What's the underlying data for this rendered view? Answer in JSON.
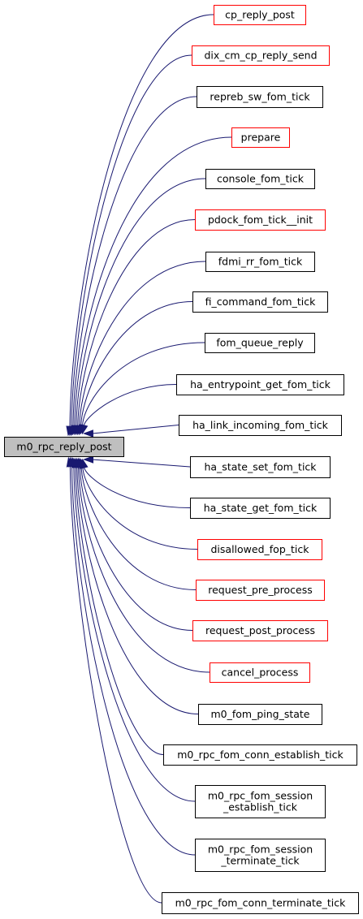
{
  "center": {
    "id": "center",
    "lines": [
      "m0_rpc_reply_post"
    ],
    "fill": "#bfbfbf",
    "stroke": "#000000"
  },
  "callers": [
    {
      "id": "n0",
      "lines": [
        "cp_reply_post"
      ],
      "stroke": "#ff0000"
    },
    {
      "id": "n1",
      "lines": [
        "dix_cm_cp_reply_send"
      ],
      "stroke": "#ff0000"
    },
    {
      "id": "n2",
      "lines": [
        "repreb_sw_fom_tick"
      ],
      "stroke": "#000000"
    },
    {
      "id": "n3",
      "lines": [
        "prepare"
      ],
      "stroke": "#ff0000"
    },
    {
      "id": "n4",
      "lines": [
        "console_fom_tick"
      ],
      "stroke": "#000000"
    },
    {
      "id": "n5",
      "lines": [
        "pdock_fom_tick__init"
      ],
      "stroke": "#ff0000"
    },
    {
      "id": "n6",
      "lines": [
        "fdmi_rr_fom_tick"
      ],
      "stroke": "#000000"
    },
    {
      "id": "n7",
      "lines": [
        "fi_command_fom_tick"
      ],
      "stroke": "#000000"
    },
    {
      "id": "n8",
      "lines": [
        "fom_queue_reply"
      ],
      "stroke": "#000000"
    },
    {
      "id": "n9",
      "lines": [
        "ha_entrypoint_get_fom_tick"
      ],
      "stroke": "#000000"
    },
    {
      "id": "n10",
      "lines": [
        "ha_link_incoming_fom_tick"
      ],
      "stroke": "#000000"
    },
    {
      "id": "n11",
      "lines": [
        "ha_state_set_fom_tick"
      ],
      "stroke": "#000000"
    },
    {
      "id": "n12",
      "lines": [
        "ha_state_get_fom_tick"
      ],
      "stroke": "#000000"
    },
    {
      "id": "n13",
      "lines": [
        "disallowed_fop_tick"
      ],
      "stroke": "#ff0000"
    },
    {
      "id": "n14",
      "lines": [
        "request_pre_process"
      ],
      "stroke": "#ff0000"
    },
    {
      "id": "n15",
      "lines": [
        "request_post_process"
      ],
      "stroke": "#ff0000"
    },
    {
      "id": "n16",
      "lines": [
        "cancel_process"
      ],
      "stroke": "#ff0000"
    },
    {
      "id": "n17",
      "lines": [
        "m0_fom_ping_state"
      ],
      "stroke": "#000000"
    },
    {
      "id": "n18",
      "lines": [
        "m0_rpc_fom_conn_establish_tick"
      ],
      "stroke": "#000000"
    },
    {
      "id": "n19",
      "lines": [
        "m0_rpc_fom_session",
        "_establish_tick"
      ],
      "stroke": "#000000"
    },
    {
      "id": "n20",
      "lines": [
        "m0_rpc_fom_session",
        "_terminate_tick"
      ],
      "stroke": "#000000"
    },
    {
      "id": "n21",
      "lines": [
        "m0_rpc_fom_conn_terminate_tick"
      ],
      "stroke": "#000000"
    }
  ],
  "edge_color": "#191970"
}
